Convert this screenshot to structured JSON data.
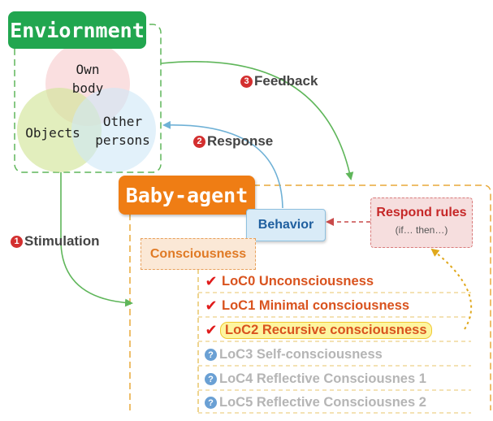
{
  "environment": {
    "title": "Enviornment",
    "venn": {
      "own_body": "Own\nbody",
      "objects": "Objects",
      "other_persons": "Other\npersons"
    }
  },
  "arrows": {
    "stimulation": {
      "num": "1",
      "label": "Stimulation"
    },
    "response": {
      "num": "2",
      "label": "Response"
    },
    "feedback": {
      "num": "3",
      "label": "Feedback"
    }
  },
  "agent": {
    "title": "Baby-agent",
    "behavior": "Behavior",
    "respond_rules": {
      "title": "Respond rules",
      "sub": "(if… then…)"
    },
    "consciousness": "Consciousness",
    "levels": [
      {
        "label": "LoC0 Unconsciousness",
        "status": "checked"
      },
      {
        "label": "LoC1 Minimal consciousness",
        "status": "checked"
      },
      {
        "label": "LoC2 Recursive consciousness",
        "status": "checked-highlighted"
      },
      {
        "label": "LoC3 Self-consciousness",
        "status": "unknown"
      },
      {
        "label": "LoC4 Reflective Consciousnes 1",
        "status": "unknown"
      },
      {
        "label": "LoC5 Reflective Consciousnes 2",
        "status": "unknown"
      }
    ]
  },
  "colors": {
    "environment": "#21a64f",
    "agent": "#ef7d14",
    "number_badge": "#d32f2f",
    "arrow_green": "#5fb65a",
    "arrow_blue": "#6fb1d6",
    "arrow_red": "#c94a4a",
    "arrow_gold": "#e0a81c"
  }
}
